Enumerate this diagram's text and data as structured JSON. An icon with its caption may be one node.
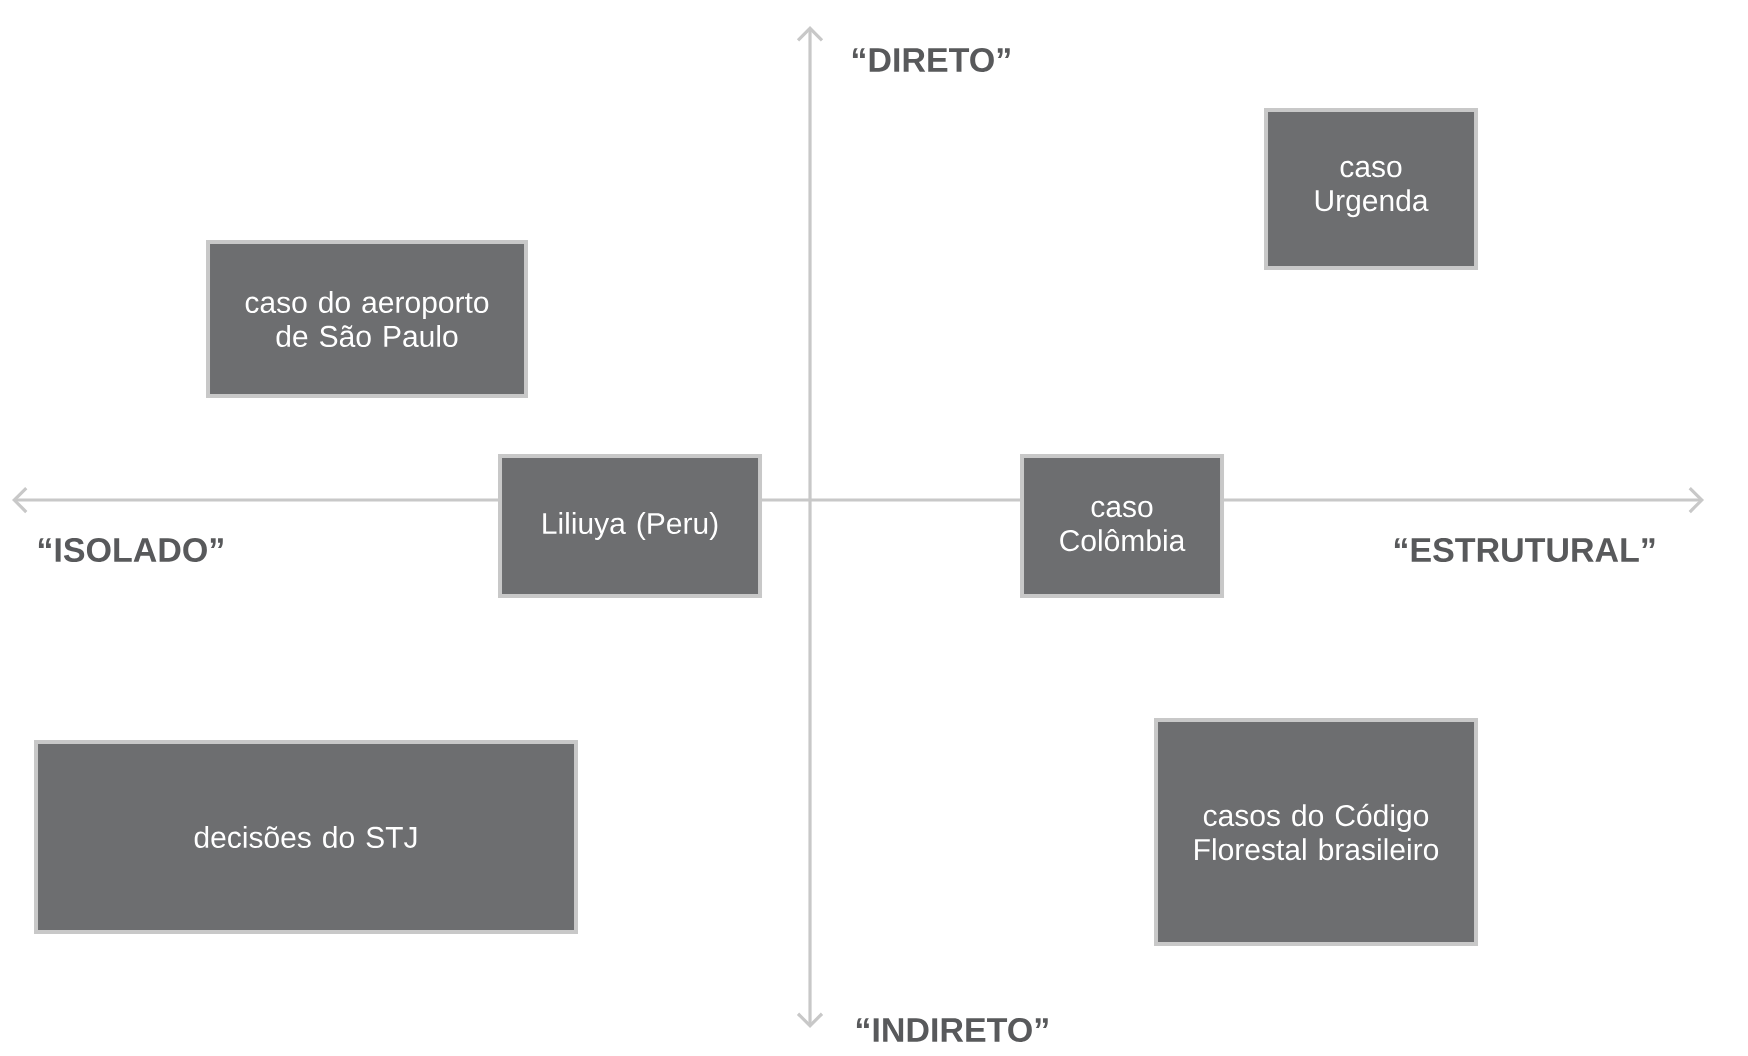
{
  "diagram": {
    "nodes": [
      {
        "text": [
          "caso Urgenda"
        ]
      },
      {
        "text": [
          "caso do aeroporto de São Paulo"
        ]
      },
      {
        "text": [
          "Liliuya (Peru)"
        ]
      },
      {
        "text": [
          "caso Colômbia"
        ]
      },
      {
        "text": [
          "decisões do STJ"
        ]
      },
      {
        "text": [
          "casos do Código Florestal brasileiro"
        ]
      }
    ],
    "labels": [
      "“DIRETO”",
      "“ISOLADO”",
      "“ESTRUTURAL”",
      "“INDIRETO”"
    ]
  }
}
